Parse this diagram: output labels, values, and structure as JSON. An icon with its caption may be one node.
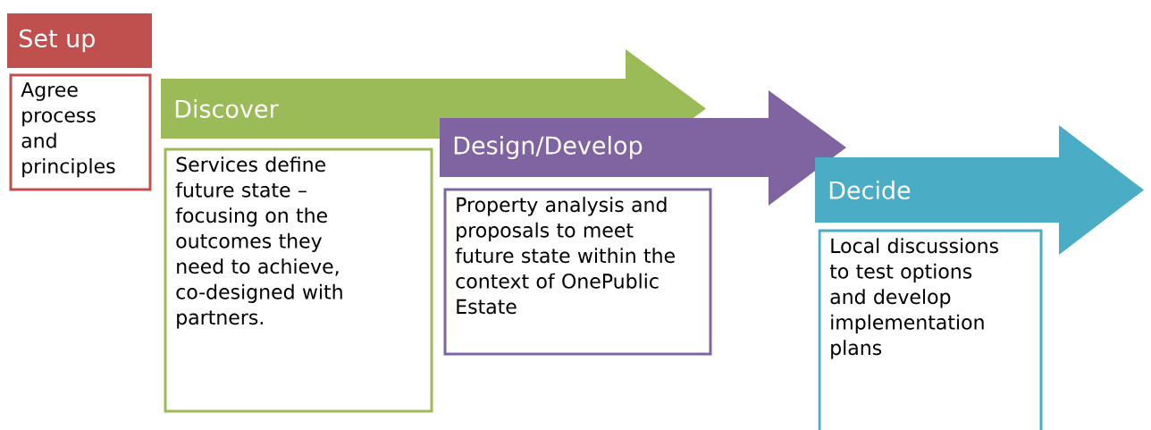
{
  "diagram": {
    "nodes": [
      {
        "text": [
          "Set up"
        ]
      },
      {
        "text": [
          "Agree process and principles"
        ]
      },
      {
        "text": [
          "Discover"
        ]
      },
      {
        "text": [
          "Services define future state – focusing on the outcomes they need to achieve, co-designed with partners."
        ]
      },
      {
        "text": [
          "Design/Develop"
        ]
      },
      {
        "text": [
          "Property analysis and proposals to meet future state within the context of OnePublic Estate"
        ]
      },
      {
        "text": [
          "Decide"
        ]
      },
      {
        "text": [
          "Local discussions to test options and develop implementation plans"
        ]
      }
    ]
  }
}
